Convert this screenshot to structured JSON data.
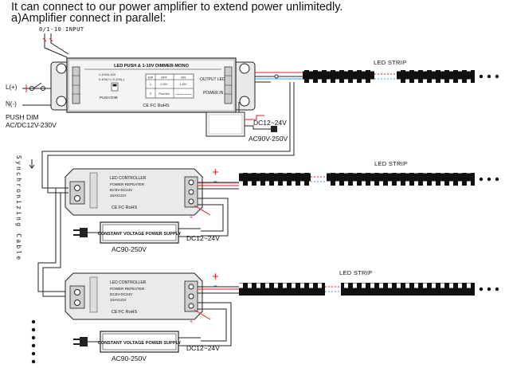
{
  "heading": {
    "line1": "It  can  connect to our power amplifier to extend power unlimitedly.",
    "line2": "a)Amplifier connect in parallel:"
  },
  "input_label": "0/1-10 INPUT",
  "mains": {
    "l_label": "L(+)",
    "n_label": "N(-)",
    "push_dim": "PUSH DIM",
    "voltage": "AC/DC12V-230V"
  },
  "dimmer": {
    "title": "LED PUSH & 1-10V DIMMER-MONO",
    "input_lines": [
      "1-10V/0-10V",
      "0-10V(+) / 0-10V(-)"
    ],
    "push_label": "PUSH DIM",
    "dip_headers": [
      "DIP",
      "OFF",
      "ON"
    ],
    "dip_rows": [
      {
        "num": "1",
        "off": "0-10V",
        "on": "1-10V"
      },
      {
        "num": "2",
        "off": "Push dim",
        "on": "Logarithmic dimming"
      }
    ],
    "output_label": "OUTPUT LED",
    "power_in_label": "POWER IN",
    "cert": "CE FC RoHS"
  },
  "psu1": {
    "dc_label": "DC12~24V",
    "ac_label": "AC90V-250V"
  },
  "sync_label": "Synchronizing Cable",
  "led_strip_label": "LED STRIP",
  "repeater": {
    "title": "LED CONTROLLER",
    "line2": "POWER REPEATER",
    "line3": "DC5V-DC24V",
    "line4": "10AX1CH",
    "cert": "CE FC RoHS"
  },
  "cv_psu": {
    "label": "CONSTANT VOLTAGE POWER SUPPLY",
    "ac_label": "AC90-250V",
    "dc_label": "DC12~24V"
  },
  "polarity": {
    "plus": "+",
    "minus": "-"
  },
  "colors": {
    "red": "#e8192c",
    "blue": "#2ea7e0",
    "wire": "#222222",
    "strip": "#111111"
  }
}
